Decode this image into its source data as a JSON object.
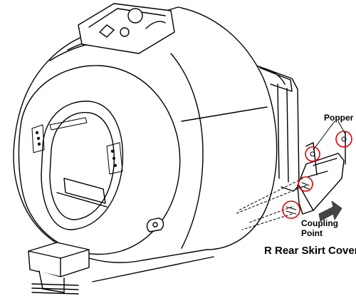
{
  "labels": {
    "popper": "Popper",
    "coupling_line1": "Coupling",
    "coupling_line2": "Point",
    "title": "R Rear Skirt Cover"
  },
  "colors": {
    "line": "#000000",
    "callout": "#e00000",
    "arrow": "#444444",
    "background": "#ffffff"
  },
  "icons": {
    "direction": "install-direction-arrow-icon"
  }
}
